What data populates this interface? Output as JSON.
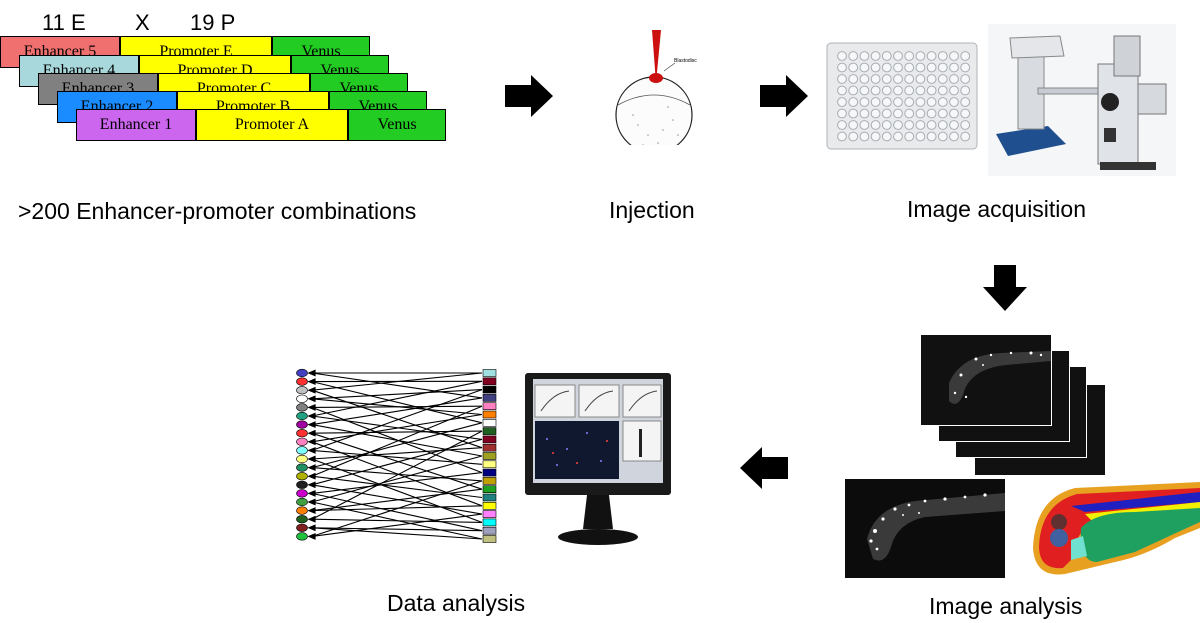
{
  "header": {
    "enhancer_count": "11 E",
    "cross": "X",
    "promoter_count": "19 P"
  },
  "constructs": [
    {
      "enhancer": "Enhancer 5",
      "promoter": "Promoter E",
      "reporter": "Venus",
      "enh_color": "#f07070"
    },
    {
      "enhancer": "Enhancer 4",
      "promoter": "Promoter D",
      "reporter": "Venus",
      "enh_color": "#a8d8dc"
    },
    {
      "enhancer": "Enhancer 3",
      "promoter": "Promoter C",
      "reporter": "Venus",
      "enh_color": "#808080"
    },
    {
      "enhancer": "Enhancer 2",
      "promoter": "Promoter B",
      "reporter": "Venus",
      "enh_color": "#1a8cff"
    },
    {
      "enhancer": "Enhancer 1",
      "promoter": "Promoter A",
      "reporter": "Venus",
      "enh_color": "#cc66ee"
    }
  ],
  "colors": {
    "promoter": "#ffff00",
    "reporter": "#22cc22"
  },
  "embryo_label": "Blastodisc",
  "captions": {
    "combinations": ">200 Enhancer-promoter combinations",
    "injection": "Injection",
    "acquisition": "Image acquisition",
    "analysis": "Image analysis",
    "data": "Data analysis"
  },
  "network": {
    "left_colors": [
      "#4040c0",
      "#ff3030",
      "#c0c0c0",
      "#ffffff",
      "#808080",
      "#20a080",
      "#a000a0",
      "#ff3030",
      "#ff80c0",
      "#80ffff",
      "#ffff80",
      "#209060",
      "#b0b000",
      "#202020",
      "#cc00cc",
      "#40a040",
      "#ff8000",
      "#206020",
      "#802020",
      "#20c040"
    ],
    "right_colors": [
      "#a0e0e0",
      "#800020",
      "#000000",
      "#404080",
      "#ff80c0",
      "#ff8000",
      "#ffffff",
      "#206020",
      "#800020",
      "#a03030",
      "#a0a020",
      "#ffff80",
      "#000080",
      "#c0a000",
      "#20a020",
      "#208080",
      "#ffff00",
      "#ff80ff",
      "#00ffff",
      "#a0a0c0",
      "#c0c080"
    ]
  }
}
